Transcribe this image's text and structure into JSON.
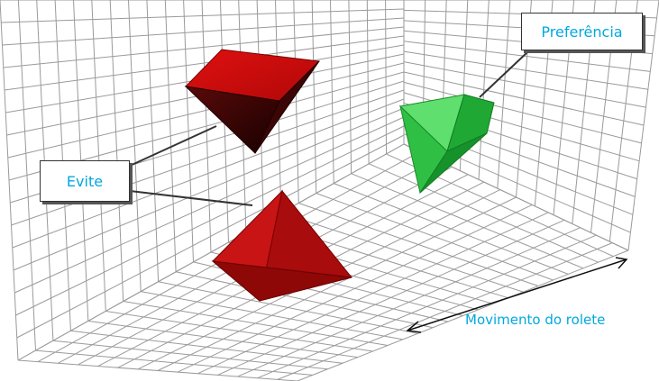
{
  "labels": {
    "preferred": "Preferência",
    "avoid": "Evite",
    "motion": "Movimento do rolete"
  },
  "colors": {
    "label_text": "#00a8e0",
    "grid_line": "#9a9a9a",
    "preferred_shape": "#22b33a",
    "avoid_shape": "#cc1111",
    "leader_line": "#333333"
  }
}
